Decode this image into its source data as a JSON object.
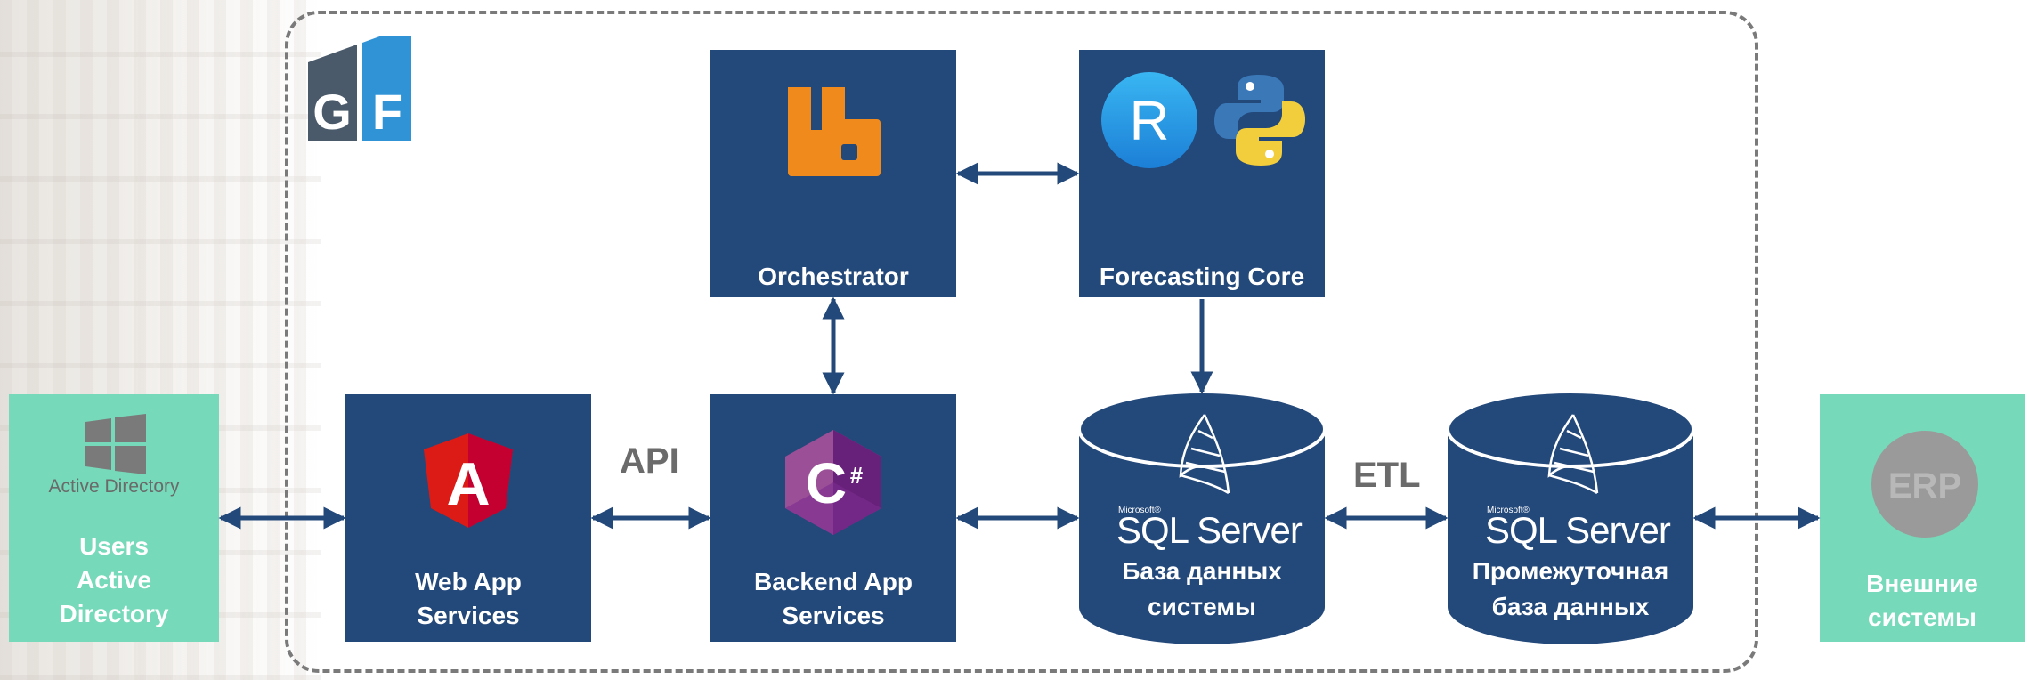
{
  "logo": {
    "letters": [
      "G",
      "F"
    ]
  },
  "orchestrator": {
    "label": "Orchestrator",
    "icon": "rabbitmq-icon"
  },
  "forecasting": {
    "label": "Forecasting Core",
    "icons": [
      "r-icon",
      "python-icon"
    ],
    "r_letter": "R"
  },
  "webapp": {
    "label_line1": "Web App",
    "label_line2": "Services",
    "icon": "angular-icon",
    "icon_letter": "A"
  },
  "backend": {
    "label_line1": "Backend App",
    "label_line2": "Services",
    "icon": "csharp-icon",
    "icon_letter": "C#"
  },
  "db_main": {
    "brand_small": "Microsoft®",
    "brand": "SQL Server",
    "caption_line1": "База данных",
    "caption_line2": "системы"
  },
  "db_staging": {
    "brand_small": "Microsoft®",
    "brand": "SQL Server",
    "caption_line1": "Промежуточная",
    "caption_line2": "база данных"
  },
  "users": {
    "icon": "windows-icon",
    "icon_caption": "Active Directory",
    "label_line1": "Users",
    "label_line2": "Active",
    "label_line3": "Directory"
  },
  "external": {
    "icon": "erp-icon",
    "icon_text": "ERP",
    "label_line1": "Внешние",
    "label_line2": "системы"
  },
  "connectors": {
    "api": "API",
    "etl": "ETL"
  },
  "colors": {
    "box": "#23487a",
    "green": "#76d9b9",
    "arrow": "#23487a",
    "boundary": "#7a7a7a",
    "rabbit": "#f08a1c",
    "angular": "#dd1b16",
    "csharp": "#6a2da3"
  }
}
